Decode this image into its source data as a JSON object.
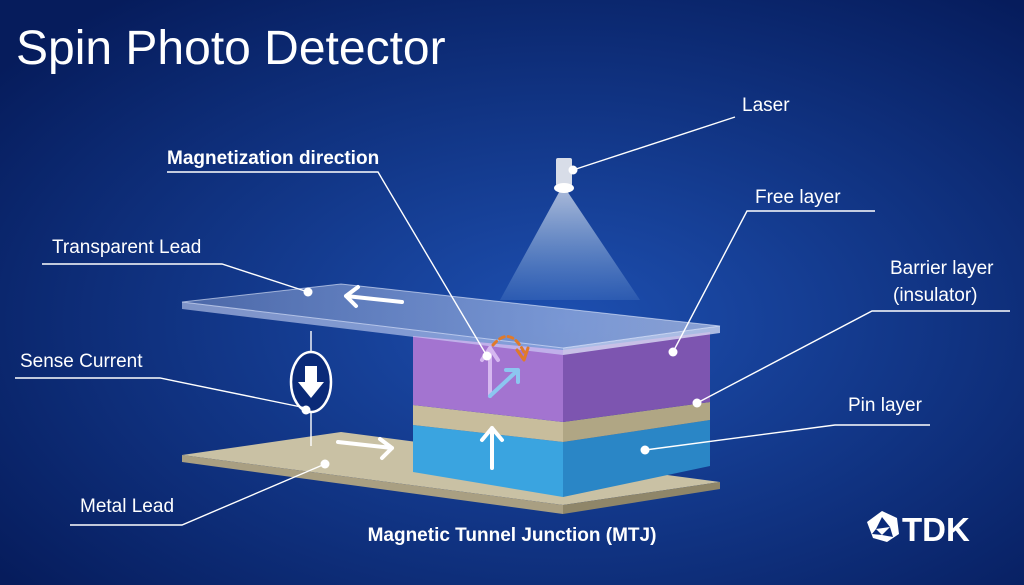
{
  "title": "Spin Photo Detector",
  "labels": {
    "laser": "Laser",
    "magnetization_direction": "Magnetization direction",
    "free_layer": "Free layer",
    "transparent_lead": "Transparent Lead",
    "barrier_layer": "Barrier layer",
    "barrier_layer_note": "(insulator)",
    "sense_current": "Sense Current",
    "pin_layer": "Pin layer",
    "metal_lead": "Metal Lead"
  },
  "caption": "Magnetic Tunnel Junction (MTJ)",
  "logo": "TDK",
  "colors": {
    "background": "#0a2a78",
    "free_layer": "#a374d0",
    "barrier_layer": "#c8bd9c",
    "pin_layer": "#3aa4e0",
    "metal_lead": "#c9c1a4",
    "precession": "#e07a2a"
  }
}
